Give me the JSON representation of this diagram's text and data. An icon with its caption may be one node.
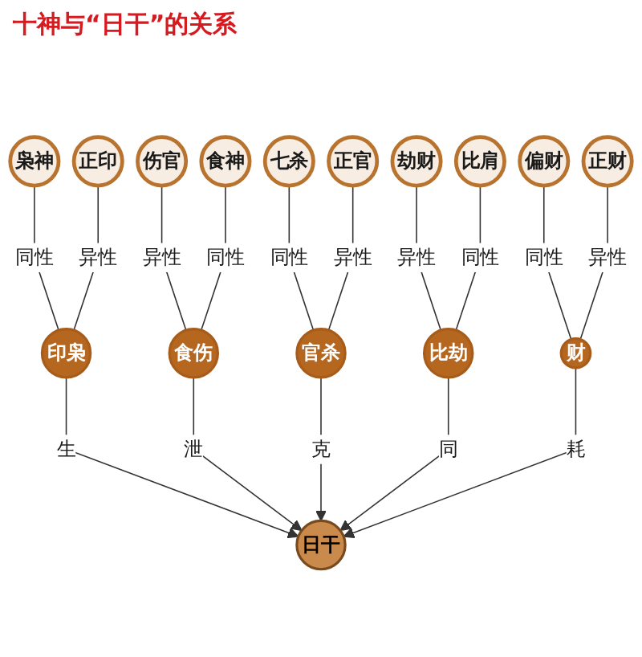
{
  "diagram": {
    "title": "十神与“日干”的关系",
    "nodes": [
      {
        "text": [
          "枭神"
        ]
      },
      {
        "text": [
          "正印"
        ]
      },
      {
        "text": [
          "印枭"
        ]
      },
      {
        "text": [
          "伤官"
        ]
      },
      {
        "text": [
          "七杀"
        ]
      },
      {
        "text": [
          "食神"
        ]
      },
      {
        "text": [
          "食伤"
        ]
      },
      {
        "text": [
          "日干"
        ]
      },
      {
        "text": [
          "官杀"
        ]
      },
      {
        "text": [
          "正官"
        ]
      },
      {
        "text": [
          "比劫"
        ]
      },
      {
        "text": [
          "财"
        ]
      },
      {
        "text": [
          "劫财"
        ]
      },
      {
        "text": [
          "偏财"
        ]
      },
      {
        "text": [
          "比肩"
        ]
      },
      {
        "text": [
          "正财"
        ]
      }
    ],
    "edges": [
      {
        "from": 0,
        "to": 2,
        "arrow": "none",
        "label": "同性"
      },
      {
        "from": 1,
        "to": 2,
        "arrow": "none",
        "label": "异性"
      },
      {
        "from": 2,
        "to": 7,
        "arrow": "to",
        "label": "生"
      },
      {
        "from": 3,
        "to": 6,
        "arrow": "none",
        "label": "异性"
      },
      {
        "from": 5,
        "to": 6,
        "arrow": "none",
        "label": "同性"
      },
      {
        "from": 6,
        "to": 7,
        "arrow": "to",
        "label": "泄"
      },
      {
        "from": 4,
        "to": 8,
        "arrow": "none",
        "label": "同性"
      },
      {
        "from": 9,
        "to": 8,
        "arrow": "none",
        "label": "异性"
      },
      {
        "from": 8,
        "to": 7,
        "arrow": "to",
        "label": "克"
      },
      {
        "from": 12,
        "to": 10,
        "arrow": "none",
        "label": "异性"
      },
      {
        "from": 14,
        "to": 10,
        "arrow": "none",
        "label": "同性"
      },
      {
        "from": 10,
        "to": 7,
        "arrow": "to",
        "label": "同"
      },
      {
        "from": 13,
        "to": 11,
        "arrow": "none",
        "label": "同性"
      },
      {
        "from": 15,
        "to": 11,
        "arrow": "none",
        "label": "异性"
      },
      {
        "from": 11,
        "to": 7,
        "arrow": "to",
        "label": "耗"
      }
    ]
  }
}
